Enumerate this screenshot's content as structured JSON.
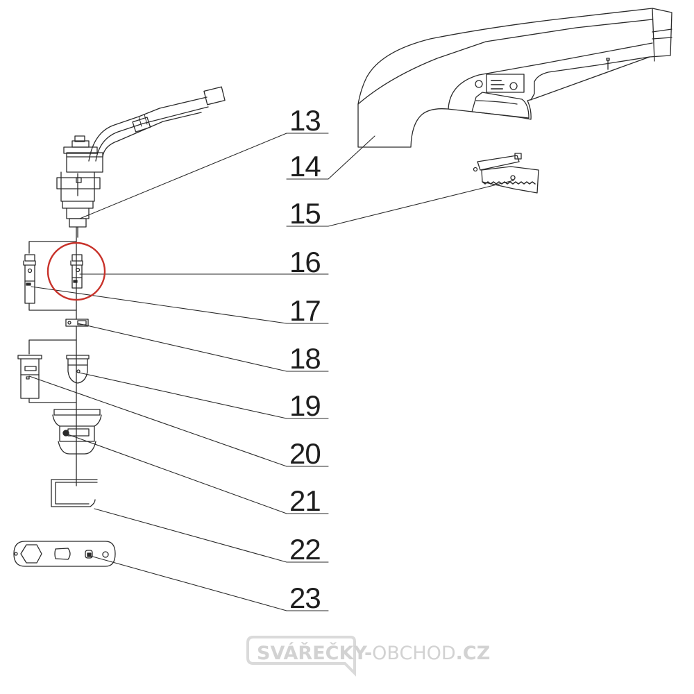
{
  "diagram": {
    "type": "exploded-parts-diagram",
    "subject": "plasma cutting torch",
    "highlighted_part": "16",
    "highlight_color": "#c8322a",
    "line_color": "#2a2a2a",
    "parts": [
      {
        "number": "13",
        "label": "13"
      },
      {
        "number": "14",
        "label": "14"
      },
      {
        "number": "15",
        "label": "15"
      },
      {
        "number": "16",
        "label": "16"
      },
      {
        "number": "17",
        "label": "17"
      },
      {
        "number": "18",
        "label": "18"
      },
      {
        "number": "19",
        "label": "19"
      },
      {
        "number": "20",
        "label": "20"
      },
      {
        "number": "21",
        "label": "21"
      },
      {
        "number": "22",
        "label": "22"
      },
      {
        "number": "23",
        "label": "23"
      }
    ]
  },
  "watermark": {
    "part1": "SVÁŘEČKY-",
    "part2": "OBCHOD",
    "part3": ".CZ",
    "color": "#d2d2d2"
  }
}
